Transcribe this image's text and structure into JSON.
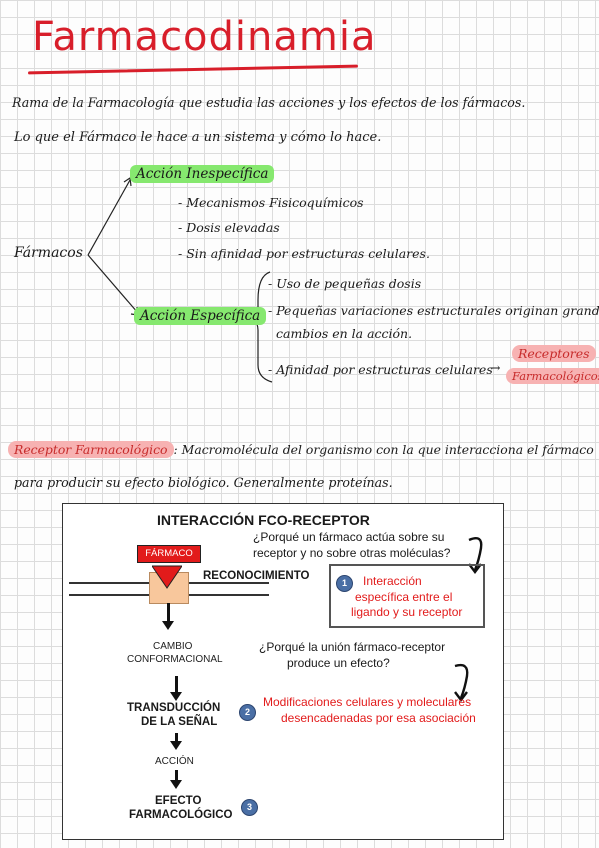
{
  "title": "Farmacodinamia",
  "definition": {
    "line1": "Rama de la Farmacología que estudia las acciones y los efectos de los fármacos.",
    "line2": "Lo que el Fármaco le hace a un sistema y cómo lo hace."
  },
  "tree": {
    "root": "Fármacos",
    "inespecifica": {
      "label": "Acción Inespecífica",
      "items": [
        "- Mecanismos Fisicoquímicos",
        "- Dosis elevadas",
        "- Sin afinidad por estructuras celulares."
      ]
    },
    "especifica": {
      "label": "Acción Específica",
      "items": [
        "- Uso de pequeñas dosis",
        "- Pequeñas variaciones estructurales originan grandes",
        "cambios en la acción.",
        "- Afinidad por estructuras celulares"
      ],
      "arrow": "→",
      "badge_line1": "Receptores",
      "badge_line2": "Farmacológicos"
    }
  },
  "receptor": {
    "term": "Receptor Farmacológico",
    "colon": ":",
    "line1": "Macromolécula del organismo con la que interacciona el fármaco",
    "line2": "para producir su efecto biológico. Generalmente proteínas."
  },
  "diagram": {
    "title": "INTERACCIÓN FCO-RECEPTOR",
    "q1_line1": "¿Porqué un fármaco actúa sobre su",
    "q1_line2": "receptor y no sobre otras moléculas?",
    "farmaco": "FÁRMACO",
    "reconocimiento": "RECONOCIMIENTO",
    "ans1_line1": "Interacción",
    "ans1_line2": "específica entre el",
    "ans1_line3": "ligando y su receptor",
    "cambio_line1": "CAMBIO",
    "cambio_line2": "CONFORMACIONAL",
    "q2_line1": "¿Porqué la unión fármaco-receptor",
    "q2_line2": "produce un efecto?",
    "transduccion_line1": "TRANSDUCCIÓN",
    "transduccion_line2": "DE LA SEÑAL",
    "ans2_line1": "Modificaciones celulares y moleculares",
    "ans2_line2": "desencadenadas por esa asociación",
    "accion": "ACCIÓN",
    "efecto_line1": "EFECTO",
    "efecto_line2": "FARMACOLÓGICO",
    "n1": "1",
    "n2": "2",
    "n3": "3",
    "colors": {
      "accent": "#e21b1b",
      "badge": "#4a6fa5",
      "receptor": "#f8c79c"
    }
  }
}
